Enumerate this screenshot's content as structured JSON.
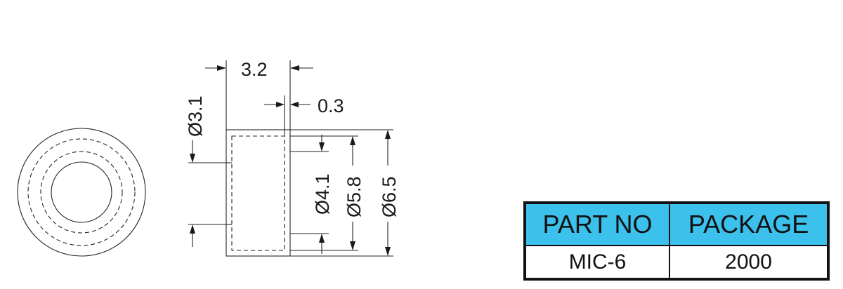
{
  "dimensions": {
    "length": "3.2",
    "wall_step": "0.3",
    "inner_diameter": "Ø3.1",
    "recess_diameter": "Ø4.1",
    "body_diameter": "Ø5.8",
    "outer_diameter": "Ø6.5"
  },
  "table": {
    "headers": [
      "PART NO",
      "PACKAGE"
    ],
    "row": [
      "MIC-6",
      "2000"
    ]
  },
  "colors": {
    "header_bg": "#3cc0ec",
    "line": "#1a1a1a"
  }
}
